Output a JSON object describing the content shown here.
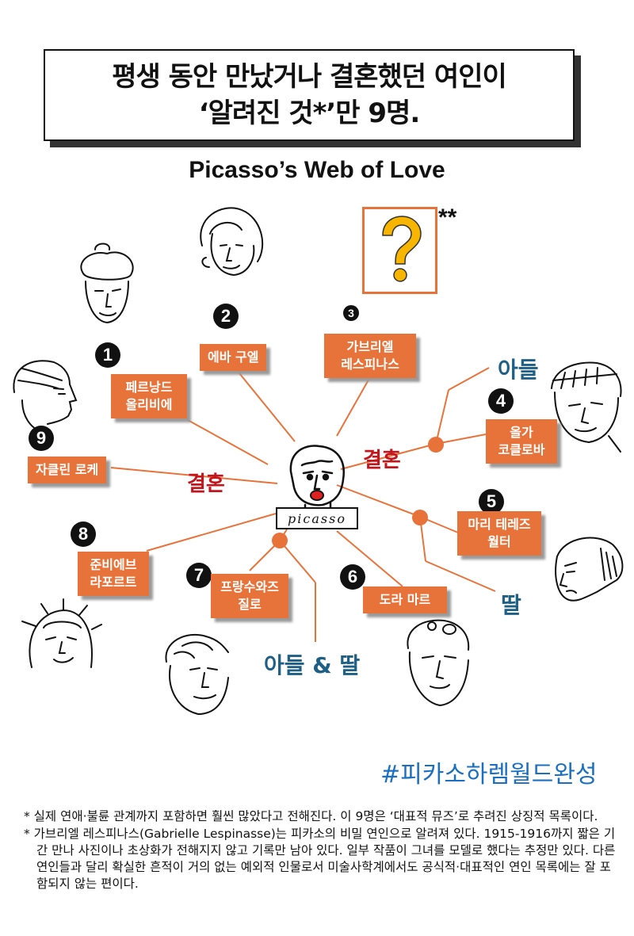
{
  "header": {
    "title_line1": "평생 동안 만났거나 결혼했던 여인이",
    "title_line2": "‘알려진 것*’만 9명.",
    "subtitle": "Picasso’s Web of Love"
  },
  "center": {
    "name": "Picasso",
    "sign_text": "picasso"
  },
  "lovers": [
    {
      "number": "1",
      "name_line1": "페르낭드",
      "name_line2": "올리비에"
    },
    {
      "number": "2",
      "name_line1": "에바 구엘",
      "name_line2": ""
    },
    {
      "number": "3",
      "name_line1": "가브리엘",
      "name_line2": "레스피나스"
    },
    {
      "number": "4",
      "name_line1": "올가",
      "name_line2": "코클로바"
    },
    {
      "number": "5",
      "name_line1": "마리 테레즈",
      "name_line2": "월터"
    },
    {
      "number": "6",
      "name_line1": "도라 마르",
      "name_line2": ""
    },
    {
      "number": "7",
      "name_line1": "프랑수와즈",
      "name_line2": "질로"
    },
    {
      "number": "8",
      "name_line1": "준비에브",
      "name_line2": "라포르트"
    },
    {
      "number": "9",
      "name_line1": "자클린 로케",
      "name_line2": ""
    }
  ],
  "annotations": {
    "marriage_left": "결혼",
    "marriage_right": "결혼",
    "son": "아들",
    "daughter": "딸",
    "son_and_daughter": "아들 & 딸",
    "unknown_marker": "?",
    "unknown_footnote_mark": "**"
  },
  "hashtag": "#피카소하렘월드완성",
  "footnotes": [
    "* 실제 연애·불륜 관계까지 포함하면 훨씬 많았다고 전해진다. 이 9명은 ‘대표적 뮤즈’로 추려진 상징적 목록이다.",
    "* 가브리엘 레스피나스(Gabrielle Lespinasse)는 피카소의 비밀 연인으로 알려져 있다. 1915-1916까지  짧은 기간 만나 사진이나 초상화가 전해지지 않고 기록만 남아 있다. 일부 작품이 그녀를 모델로 했다는 추정만 있다. 다른 연인들과 달리 확실한 흔적이 거의 없는 예외적 인물로서 미술사학계에서도 공식적·대표적인 연인 목록에는 잘 포함되지 않는 편이다."
  ],
  "colors": {
    "label_bg": "#e8733a",
    "line": "#e8733a",
    "marriage_red": "#c4151c",
    "child_blue": "#1e5f86",
    "hashtag_blue": "#1a6fc1",
    "question_yellow": "#f7b500"
  }
}
